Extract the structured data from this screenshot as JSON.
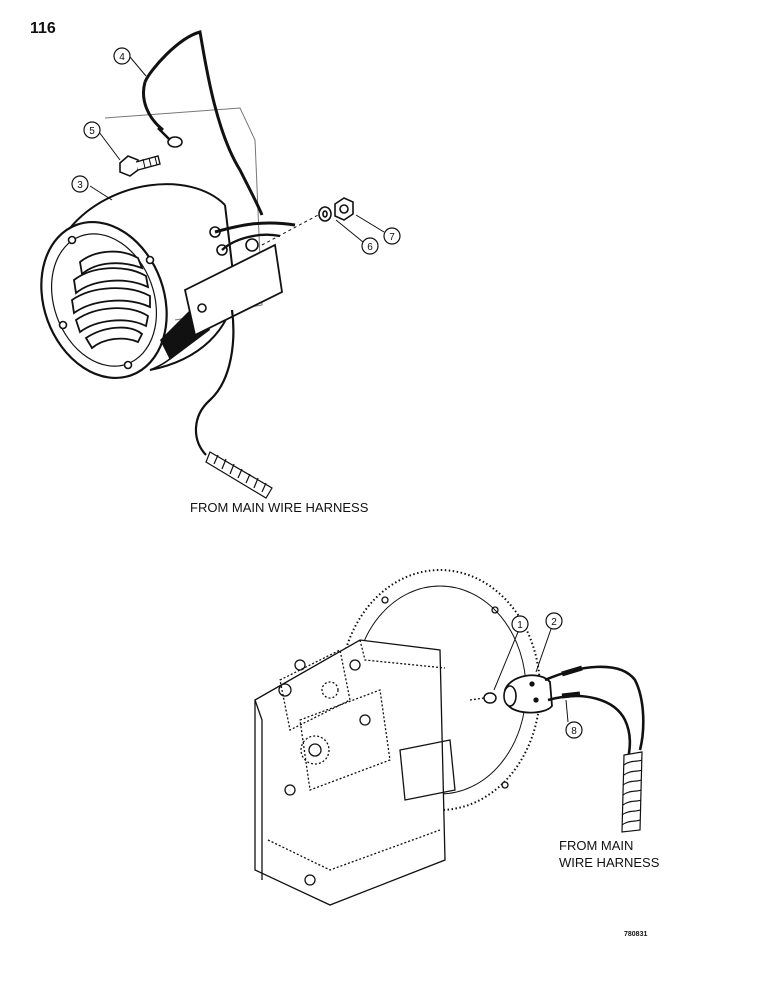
{
  "page": {
    "number": "116",
    "figure_code": "780831"
  },
  "captions": {
    "top": "FROM MAIN WIRE HARNESS",
    "bottom": "FROM MAIN\nWIRE HARNESS"
  },
  "callouts": [
    "1",
    "2",
    "3",
    "4",
    "5",
    "6",
    "7",
    "8"
  ]
}
